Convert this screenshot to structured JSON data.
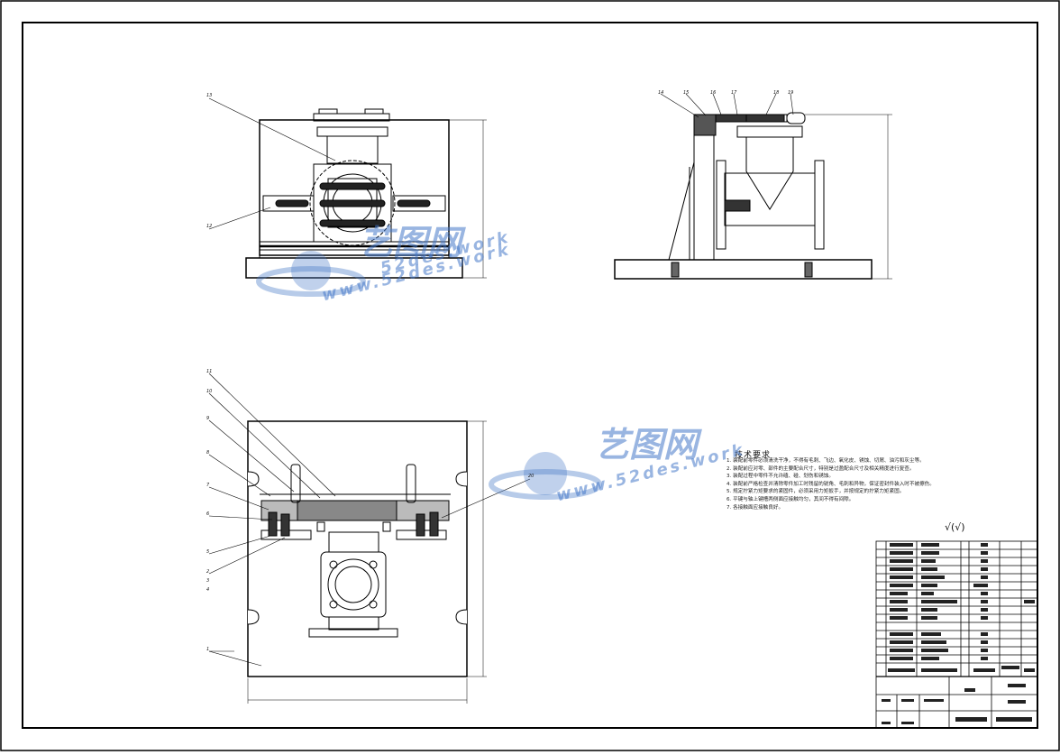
{
  "watermark": {
    "brand": "艺图网",
    "url_left": "www.52des.work",
    "url_right": "52des.work",
    "color": "#4a7cc8"
  },
  "technical_requirements": {
    "title": "技术要求",
    "notes": [
      "1. 装配前零件必须清洗干净，不得有毛刺、飞边、氧化皮、锈蚀、切屑、油污和灰尘等。",
      "2. 装配前应对零、部件的主要配合尺寸，特别是过盈配合尺寸及相关精度进行复查。",
      "3. 装配过程中零件不允许磕、碰、划伤和锈蚀。",
      "4. 装配前严格检查并清除零件加工时残留的锐角、毛刺和异物，保证密封件装入时不被擦伤。",
      "5. 规定拧紧力矩要求的紧固件，必须采用力矩扳手，并按规定的拧紧力矩紧固。",
      "6. 平键与轴上键槽两侧面应接触均匀，其间不得有间隙。",
      "7. 各接触面应接触良好。"
    ]
  },
  "surface_symbol": "√(√)",
  "callouts": {
    "top_view": [
      "13",
      "12"
    ],
    "side_view": [
      "14",
      "15",
      "16",
      "17",
      "18",
      "19"
    ],
    "front_view": [
      "11",
      "10",
      "9",
      "8",
      "7",
      "6",
      "5",
      "2",
      "3",
      "4",
      "1",
      "20"
    ]
  }
}
